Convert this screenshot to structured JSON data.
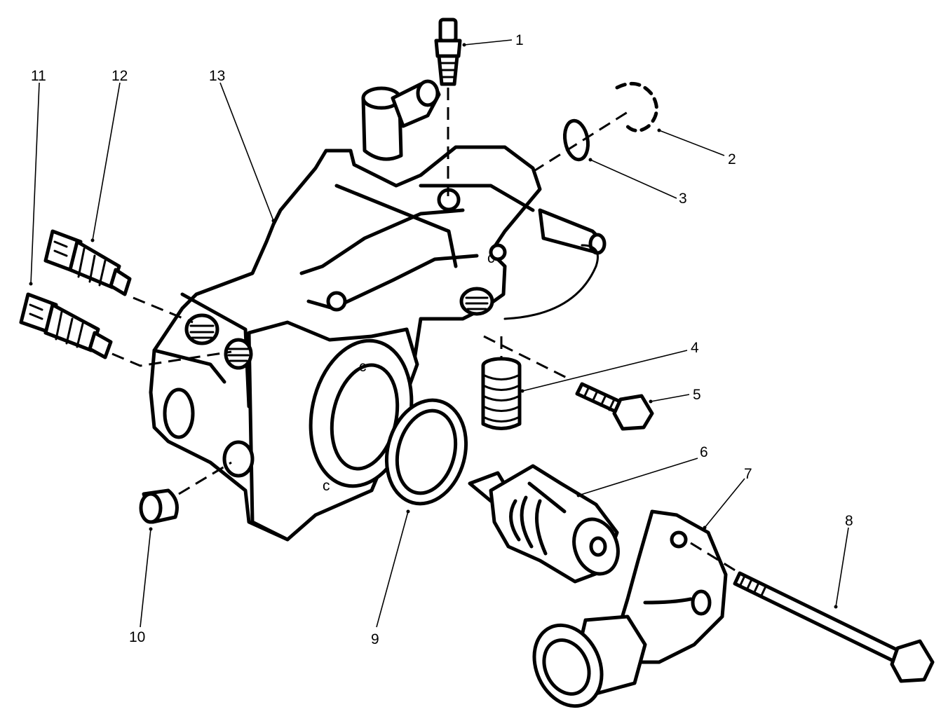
{
  "callouts": [
    {
      "id": "c1",
      "label": "1"
    },
    {
      "id": "c2",
      "label": "2"
    },
    {
      "id": "c3",
      "label": "3"
    },
    {
      "id": "c4",
      "label": "4"
    },
    {
      "id": "c5",
      "label": "5"
    },
    {
      "id": "c6",
      "label": "6"
    },
    {
      "id": "c7",
      "label": "7"
    },
    {
      "id": "c8",
      "label": "8"
    },
    {
      "id": "c9",
      "label": "9"
    },
    {
      "id": "c10",
      "label": "10"
    },
    {
      "id": "c11",
      "label": "11"
    },
    {
      "id": "c12",
      "label": "12"
    },
    {
      "id": "c13",
      "label": "13"
    }
  ],
  "style": {
    "ink": "#000000",
    "background": "#ffffff"
  }
}
